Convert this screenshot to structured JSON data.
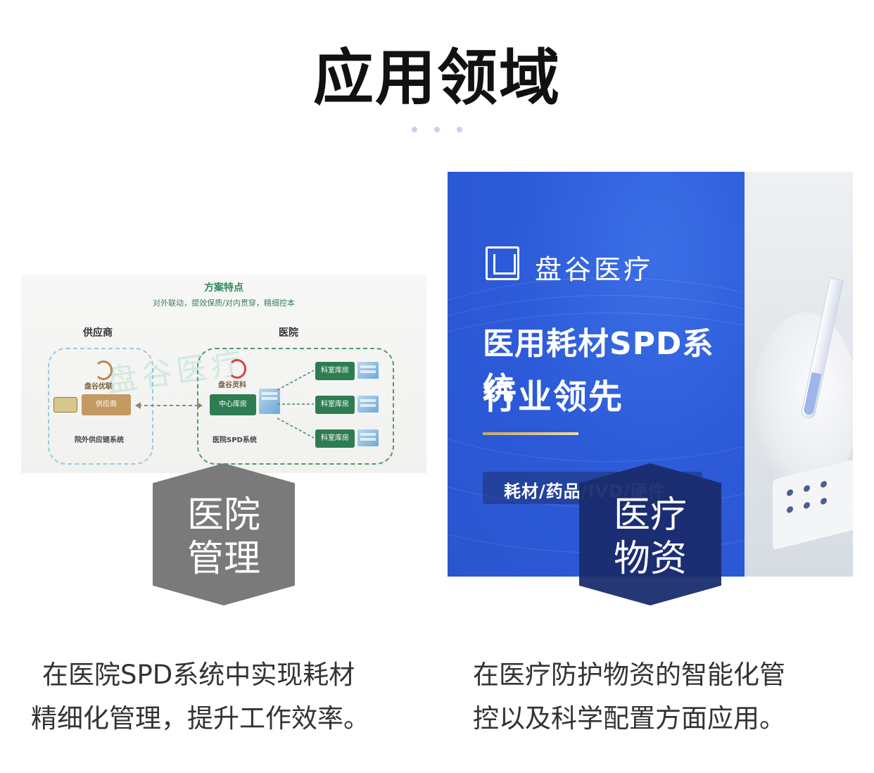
{
  "page": {
    "title": "应用领域"
  },
  "diagram": {
    "title": "方案特点",
    "subtitle": "对外联动，提效保质/对内贯穿，精细控本",
    "left_group_label": "供应商",
    "right_group_label": "医院",
    "supplier_logo": "盘谷优联",
    "hospital_logo": "盘谷灵科",
    "supplier_pill": "供应商",
    "center_pill": "中心库房",
    "dept_pills": [
      "科室库房",
      "科室库房",
      "科室库房"
    ],
    "left_note": "院外供应链系统",
    "right_note": "医院SPD系统",
    "watermark": "盘谷医疗"
  },
  "poster": {
    "brand": "盘谷医疗",
    "headline1": "医用耗材SPD系统",
    "headline2": "行业领先",
    "tag": "耗材/药品/IVD/硬件"
  },
  "hex": {
    "left": [
      "医院",
      "管理"
    ],
    "right": [
      "医疗",
      "物资"
    ]
  },
  "captions": {
    "left": [
      "在医院SPD系统中实现耗材",
      "精细化管理，提升工作效率。"
    ],
    "right": [
      "在医疗防护物资的智能化管",
      "控以及科学配置方面应用。"
    ]
  },
  "colors": {
    "poster_blue": "#2c5ad8",
    "hex_left": "#737373",
    "hex_right": "#1a2c6e",
    "diagram_green": "#2e7d52"
  }
}
